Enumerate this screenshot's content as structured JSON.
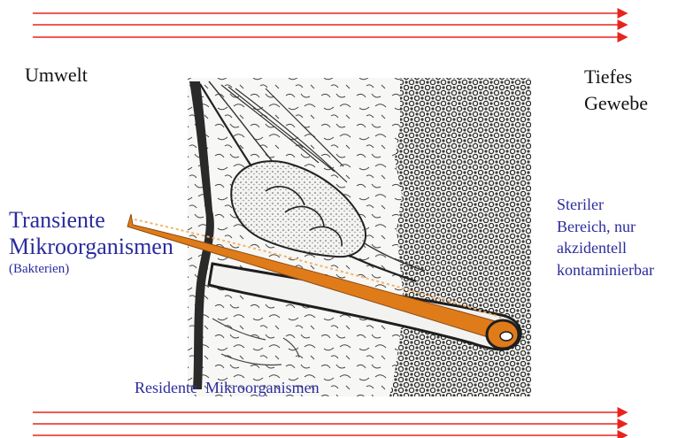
{
  "labels": {
    "environment": "Umwelt",
    "deep_tissue_line1": "Tiefes",
    "deep_tissue_line2": "Gewebe",
    "transient_line1": "Transiente",
    "transient_line2": "Mikroorganismen",
    "transient_line3": "(Bakterien)",
    "sterile_line1": "Steriler",
    "sterile_line2": "Bereich, nur",
    "sterile_line3": "akzidentell",
    "sterile_line4": "kontaminierbar",
    "resident": "Residente  Mikroorganismen"
  },
  "colors": {
    "arrow": "#e8231e",
    "hair": "#e07b1a",
    "label_blue": "#2b2b9e",
    "label_black": "#111111",
    "tissue": "#333333"
  }
}
